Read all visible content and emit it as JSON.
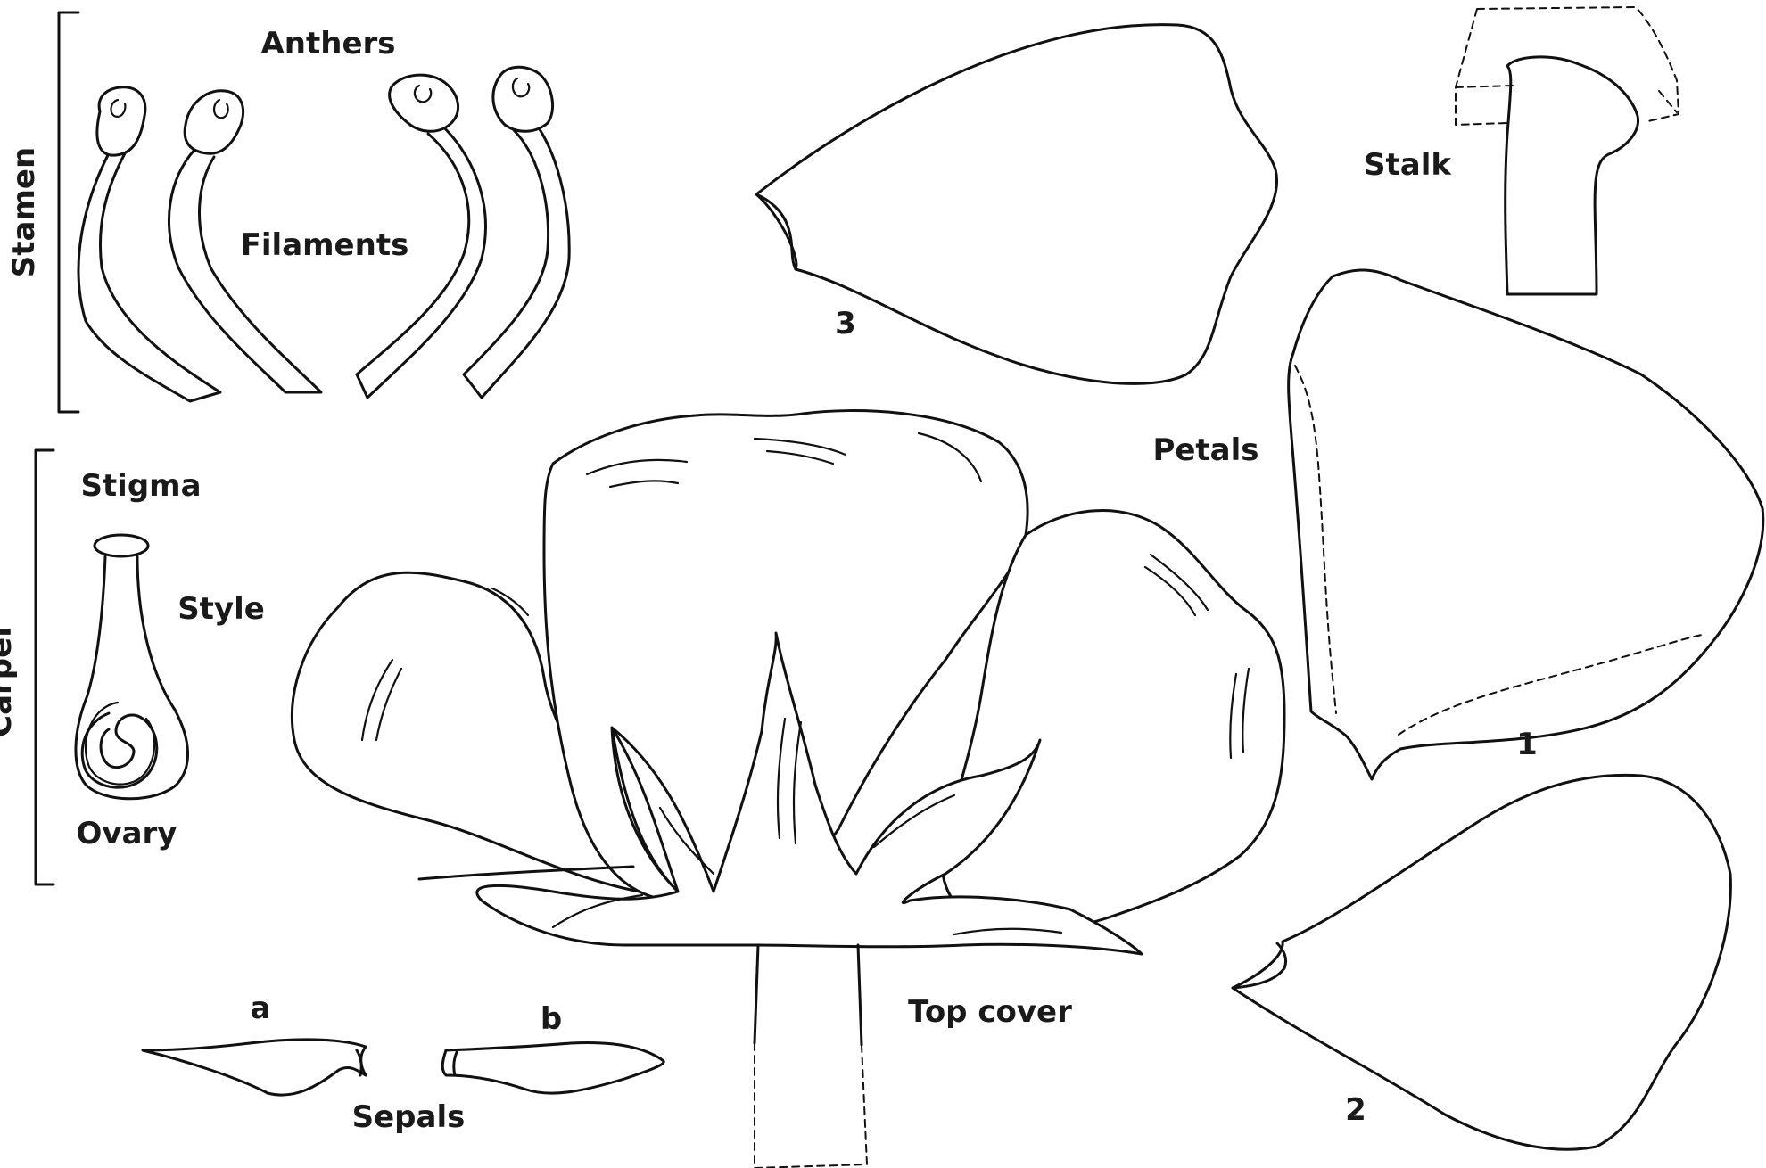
{
  "labels": {
    "stamen": "Stamen",
    "anthers": "Anthers",
    "filaments": "Filaments",
    "carpel": "Carpel",
    "stigma": "Stigma",
    "style": "Style",
    "ovary": "Ovary",
    "petals": "Petals",
    "stalk": "Stalk",
    "top_cover": "Top cover",
    "sepals": "Sepals"
  },
  "markers": {
    "petal_1": "1",
    "petal_2": "2",
    "petal_3": "3",
    "sepal_a": "a",
    "sepal_b": "b"
  },
  "colors": {
    "line": "#111111",
    "text": "#1a1a1a",
    "background": "#ffffff"
  }
}
